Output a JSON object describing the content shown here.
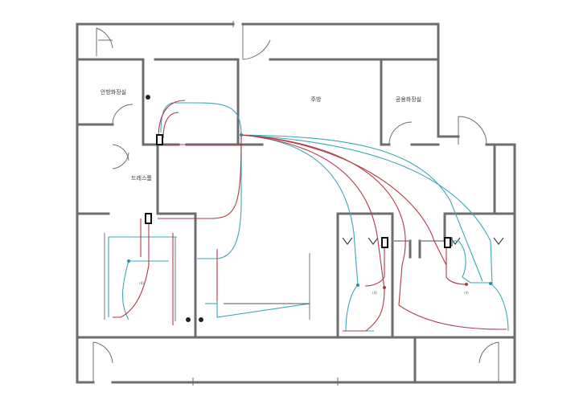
{
  "rooms": {
    "room_1": "안방화장실",
    "room_2": "주방",
    "room_3": "공용화장실",
    "room_4": "드레스룸"
  },
  "fixture_tags": {
    "tag_a": "(4)",
    "tag_b": "(4)",
    "tag_c": "(4)"
  },
  "colors": {
    "wall": "#6d6d6d",
    "hot_pipe": "#b23a48",
    "cold_pipe": "#3aa7b8"
  }
}
